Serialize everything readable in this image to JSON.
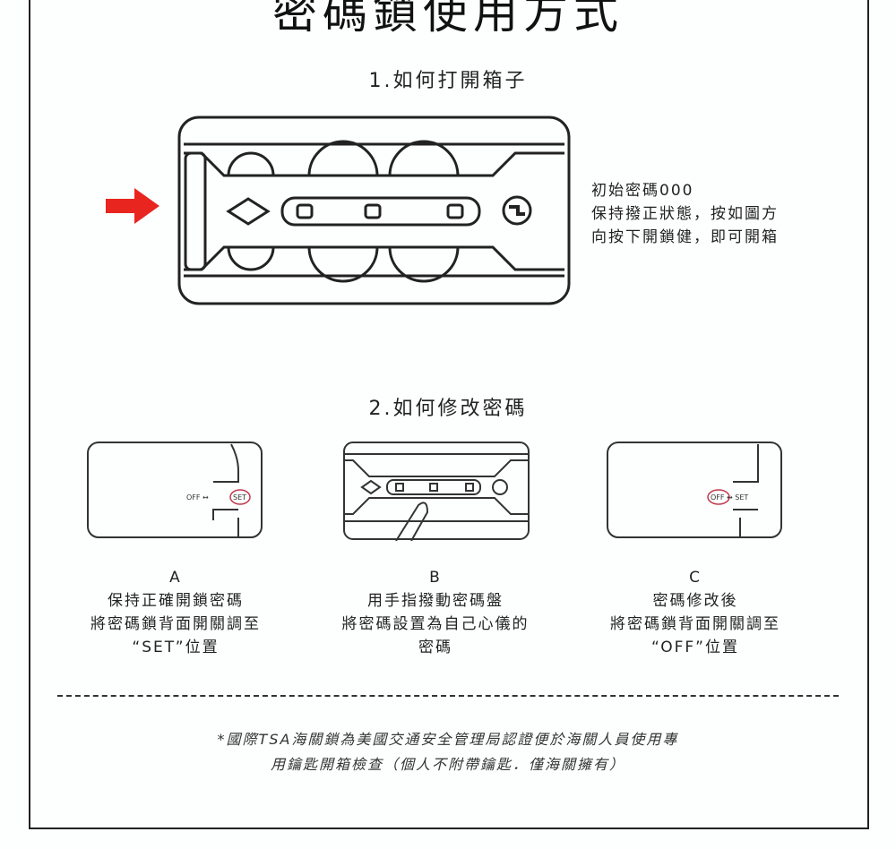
{
  "title": "密碼鎖使用方式",
  "section1": {
    "heading": "1.如何打開箱子",
    "note": [
      "初始密碼000",
      "保持撥正狀態，按如圖方",
      "向按下開鎖健，即可開箱"
    ],
    "arrow_color": "#e8261f"
  },
  "section2": {
    "heading": "2.如何修改密碼",
    "steps": [
      {
        "letter": "A",
        "lines": [
          "保持正確開鎖密碼",
          "將密碼鎖背面開關調至",
          "“SET”位置"
        ],
        "switch": {
          "off": "OFF",
          "set": "SET",
          "selected": "SET"
        }
      },
      {
        "letter": "B",
        "lines": [
          "用手指撥動密碼盤",
          "將密碼設置為自己心儀的",
          "密碼"
        ]
      },
      {
        "letter": "C",
        "lines": [
          "密碼修改後",
          "將密碼鎖背面開關調至",
          "“OFF”位置"
        ],
        "switch": {
          "off": "OFF",
          "set": "SET",
          "selected": "OFF"
        }
      }
    ]
  },
  "footnote": [
    "*國際TSA海關鎖為美國交通安全管理局認證便於海關人員使用專",
    "用鑰匙開箱檢查（個人不附帶鑰匙．僅海關擁有）"
  ],
  "highlight_color": "#c0394a"
}
